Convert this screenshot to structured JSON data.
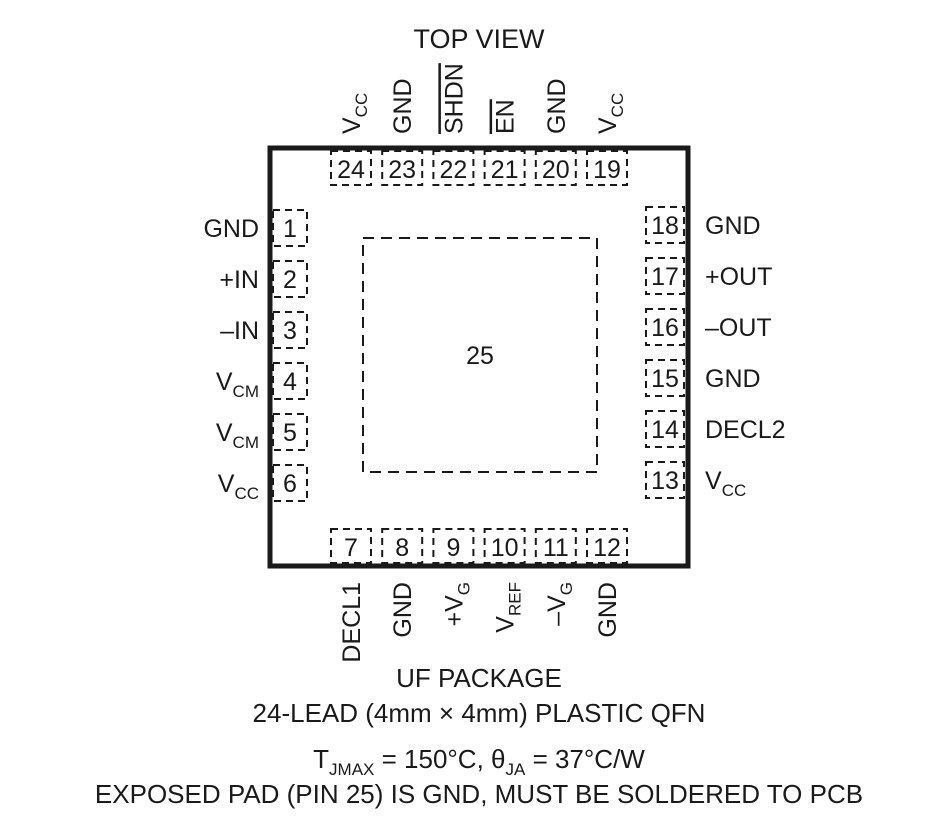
{
  "header": {
    "title": "TOP VIEW"
  },
  "exposed_pad": {
    "number": "25"
  },
  "pins": {
    "left": [
      {
        "num": "1",
        "name": "GND",
        "sub": ""
      },
      {
        "num": "2",
        "name": "+IN",
        "sub": ""
      },
      {
        "num": "3",
        "name": "–IN",
        "sub": ""
      },
      {
        "num": "4",
        "name": "V",
        "sub": "CM"
      },
      {
        "num": "5",
        "name": "V",
        "sub": "CM"
      },
      {
        "num": "6",
        "name": "V",
        "sub": "CC"
      }
    ],
    "bottom": [
      {
        "num": "7",
        "name": "DECL1",
        "sub": ""
      },
      {
        "num": "8",
        "name": "GND",
        "sub": ""
      },
      {
        "num": "9",
        "name": "+V",
        "sub": "G"
      },
      {
        "num": "10",
        "name": "V",
        "sub": "REF"
      },
      {
        "num": "11",
        "name": "–V",
        "sub": "G"
      },
      {
        "num": "12",
        "name": "GND",
        "sub": ""
      }
    ],
    "right": [
      {
        "num": "13",
        "name": "V",
        "sub": "CC"
      },
      {
        "num": "14",
        "name": "DECL2",
        "sub": ""
      },
      {
        "num": "15",
        "name": "GND",
        "sub": ""
      },
      {
        "num": "16",
        "name": "–OUT",
        "sub": ""
      },
      {
        "num": "17",
        "name": "+OUT",
        "sub": ""
      },
      {
        "num": "18",
        "name": "GND",
        "sub": ""
      }
    ],
    "top": [
      {
        "num": "19",
        "name": "V",
        "sub": "CC"
      },
      {
        "num": "20",
        "name": "GND",
        "sub": ""
      },
      {
        "num": "21",
        "name": "EN",
        "sub": "",
        "overbar": true
      },
      {
        "num": "22",
        "name": "SHDN",
        "sub": "",
        "overbar": true
      },
      {
        "num": "23",
        "name": "GND",
        "sub": ""
      },
      {
        "num": "24",
        "name": "V",
        "sub": "CC"
      }
    ]
  },
  "footer": {
    "package": "UF PACKAGE",
    "lead": "24-LEAD (4mm × 4mm) PLASTIC QFN",
    "thermal": {
      "t_symbol": "T",
      "t_sub": "JMAX",
      "t_value": " = 150°C, ",
      "theta_symbol": "θ",
      "theta_sub": "JA",
      "theta_value": " = 37°C/W"
    },
    "note": "EXPOSED PAD (PIN 25) IS GND, MUST BE SOLDERED TO PCB"
  }
}
